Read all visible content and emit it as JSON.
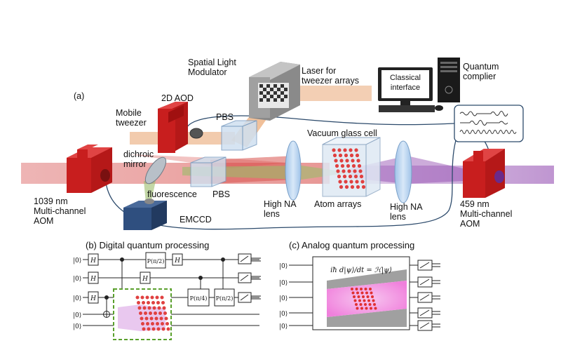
{
  "panel_a": {
    "label": "(a)",
    "slm": "Spatial Light\nModulator",
    "laser": "Laser for\ntweezer arrays",
    "aod2d": "2D AOD",
    "mobile": "Mobile\ntweezer",
    "pbs_top": "PBS",
    "pbs_bottom": "PBS",
    "dichroic": "dichroic\nmirror",
    "fluorescence": "fluorescence",
    "emccd": "EMCCD",
    "aom_left": "1039 nm\nMulti-channel\nAOM",
    "aom_right": "459 nm\nMulti-channel\nAOM",
    "vacuum": "Vacuum glass cell",
    "atoms": "Atom arrays",
    "lens_left": "High NA\nlens",
    "lens_right": "High NA\nlens",
    "classical": "Classical\ninterface",
    "compiler": "Quantum\ncomplier"
  },
  "panel_b": {
    "title": "(b) Digital quantum processing",
    "ket": "|0⟩",
    "h": "H",
    "gate1": "P(π/2)",
    "gate2": "P(π/4)",
    "gate3": "P(π/2)"
  },
  "panel_c": {
    "title": "(c) Analog quantum processing",
    "ket": "|0⟩",
    "equation": "iħ d|ψ⟩/dt = ℋ|ψ⟩"
  },
  "colors": {
    "red_beam": "#d9534f",
    "purple_beam": "#9b59b6",
    "orange_beam": "#e8a06a",
    "green_beam": "#9bbd6a",
    "device_red": "#c81e1e",
    "emccd_blue": "#2f4f7f",
    "glass": "#cfe0f0",
    "dashed_green": "#5aa02c",
    "analog_pink": "#f5a7e6"
  }
}
